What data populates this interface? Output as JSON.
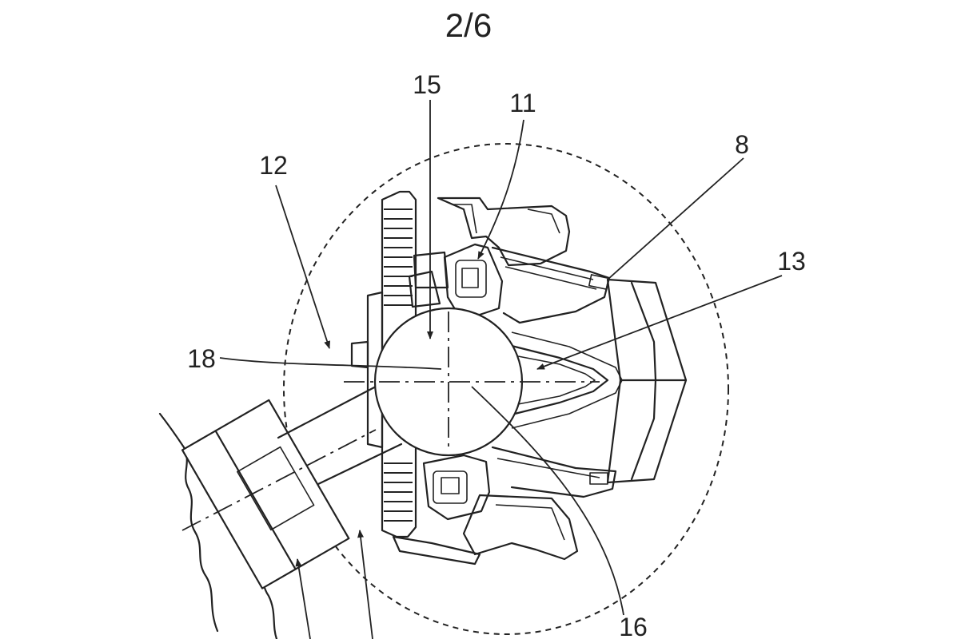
{
  "sheet": {
    "page_number": "2/6"
  },
  "reference_numerals": {
    "r15": "15",
    "r11": "11",
    "r8": "8",
    "r12": "12",
    "r13": "13",
    "r18": "18",
    "r16": "16"
  },
  "colors": {
    "line": "#222222",
    "background": "#ffffff"
  }
}
